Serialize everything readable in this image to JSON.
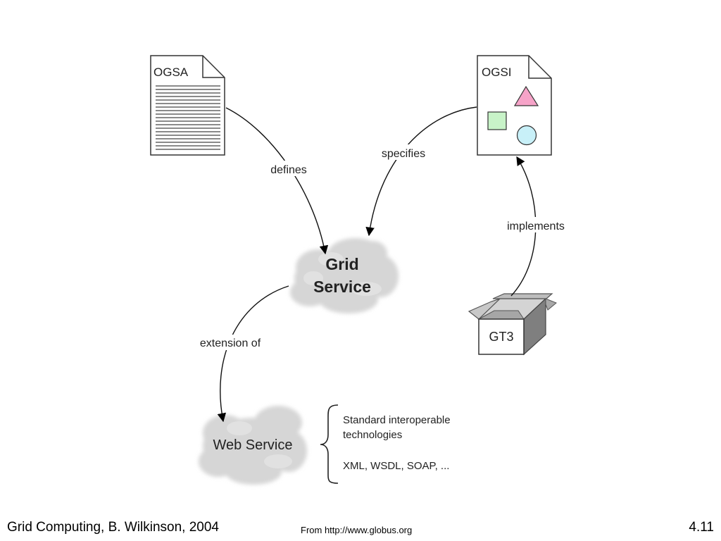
{
  "nodes": {
    "ogsa": {
      "label": "OGSA"
    },
    "ogsi": {
      "label": "OGSI"
    },
    "grid_service": {
      "line1": "Grid",
      "line2": "Service"
    },
    "web_service": {
      "label": "Web Service"
    },
    "gt3": {
      "label": "GT3"
    }
  },
  "edges": {
    "defines": "defines",
    "specifies": "specifies",
    "implements": "implements",
    "extension_of": "extension of"
  },
  "note": {
    "line1": "Standard interoperable",
    "line2": "technologies",
    "line3": "XML, WSDL, SOAP, ..."
  },
  "footer": {
    "left": "Grid Computing, B. Wilkinson, 2004",
    "center": "From http://www.globus.org",
    "right": "4.11"
  },
  "colors": {
    "triangle": "#f6a3c8",
    "square": "#c8f3c8",
    "circle": "#c8f0f8",
    "cloud": "#d8d8d8"
  }
}
